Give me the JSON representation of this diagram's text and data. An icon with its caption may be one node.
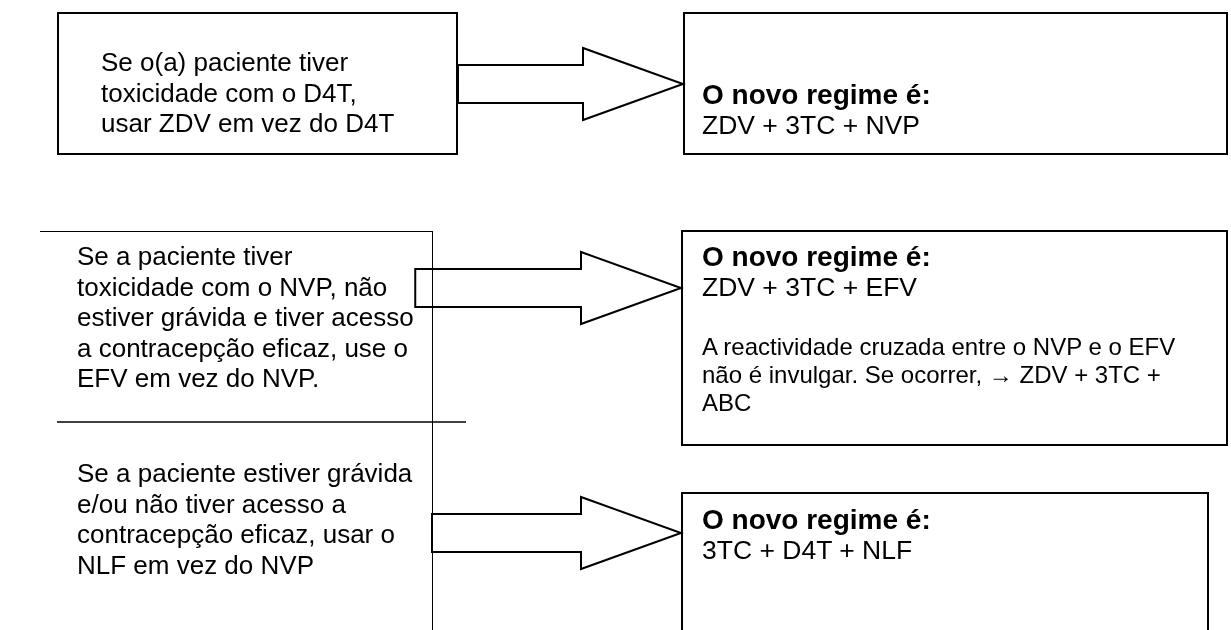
{
  "diagram": {
    "nodes": [
      {
        "text": [
          "Se o(a) paciente tiver toxicidade com o D4T, usar ZDV em vez do D4T"
        ]
      },
      {
        "text": [
          "O novo regime é:",
          "ZDV + 3TC + NVP"
        ]
      },
      {
        "text": [],
        "shape": "box"
      },
      {
        "text": [
          "Se a paciente tiver toxicidade com o NVP, não estiver grávida e tiver acesso a contracepção eficaz, use o EFV em vez do NVP."
        ],
        "in": 2
      },
      {
        "text": [
          "Se a paciente estiver grávida e/ou não tiver acesso a contracepção eficaz, usar o NLF em vez do NVP"
        ],
        "in": 2
      },
      {
        "text": [
          "O novo regime é:",
          "ZDV + 3TC + EFV",
          "A reactividade cruzada entre o NVP e o EFV não é invulgar. Se ocorrer, → ZDV + 3TC + ABC"
        ]
      },
      {
        "text": [
          "O novo regime é:",
          "3TC + D4T + NLF"
        ]
      }
    ],
    "edges": [
      {
        "from": 0,
        "to": 1,
        "arrow": "to"
      },
      {
        "from": 3,
        "to": 5,
        "arrow": "to"
      },
      {
        "from": 4,
        "to": 6,
        "arrow": "to"
      }
    ]
  }
}
